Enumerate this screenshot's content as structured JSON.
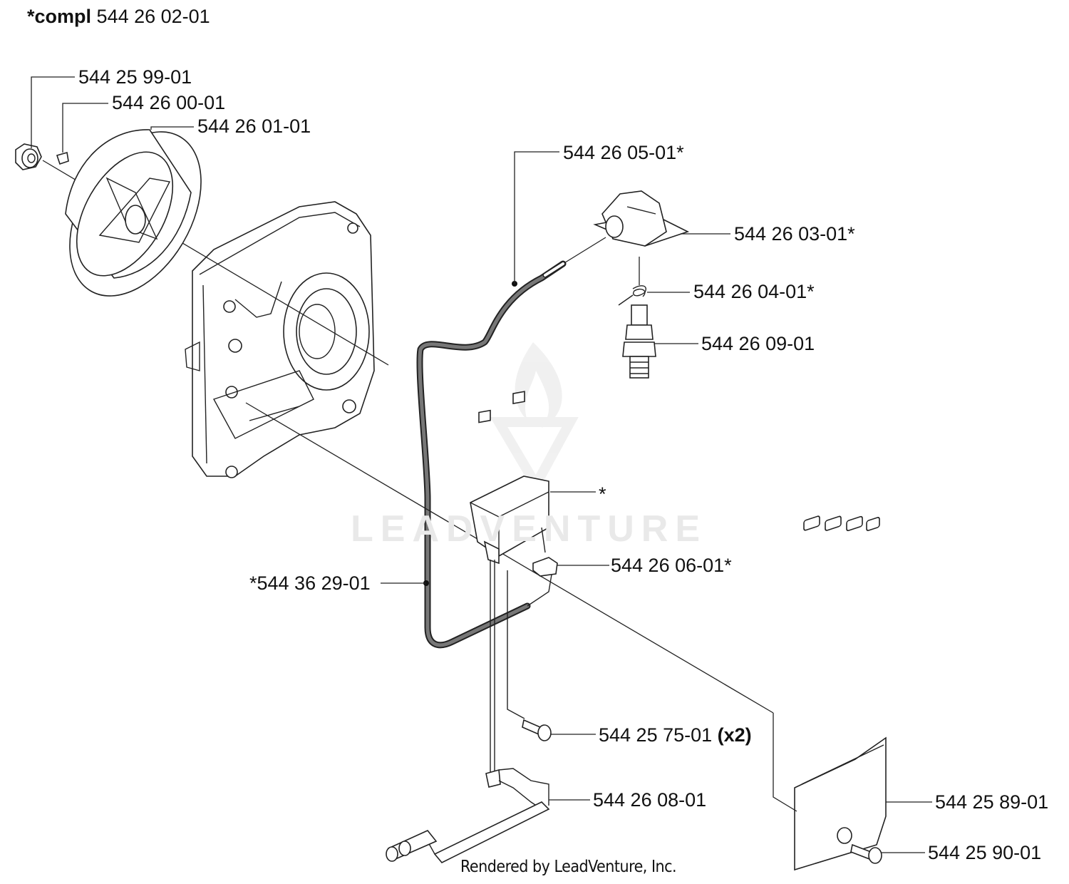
{
  "title": {
    "prefix": "*compl",
    "number": "544 26 02-01"
  },
  "labels": {
    "nut": "544 25 99-01",
    "key": "544 26 00-01",
    "flywheel": "544 26 01-01",
    "ht_lead": "544 26 05-01*",
    "plug_cap": "544 26 03-01*",
    "spring": "544 26 04-01*",
    "spark_plug": "544 26 09-01",
    "ignition_module": "*",
    "holder": "544 26 06-01*",
    "short_circuit_cable": "*544 36 29-01",
    "screw": "544 25 75-01",
    "screw_qty": "(x2)",
    "contact_cable": "544 26 08-01",
    "cover": "544 25 89-01",
    "cover_screw": "544 25 90-01"
  },
  "watermark": "LEADVENTURE",
  "footer": "Rendered by LeadVenture, Inc."
}
